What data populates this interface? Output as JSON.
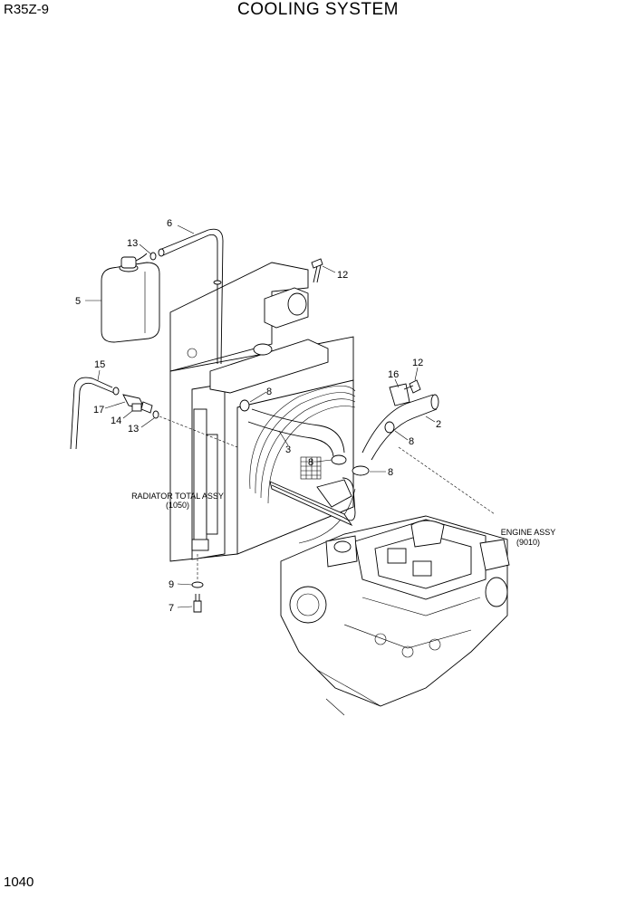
{
  "header": {
    "model": "R35Z-9",
    "title": "COOLING SYSTEM"
  },
  "footer": {
    "page_number": "1040"
  },
  "callouts": [
    {
      "id": "c6",
      "label": "6"
    },
    {
      "id": "c13a",
      "label": "13"
    },
    {
      "id": "c5",
      "label": "5"
    },
    {
      "id": "c12a",
      "label": "12"
    },
    {
      "id": "c15",
      "label": "15"
    },
    {
      "id": "c17",
      "label": "17"
    },
    {
      "id": "c14",
      "label": "14"
    },
    {
      "id": "c13b",
      "label": "13"
    },
    {
      "id": "c8a",
      "label": "8"
    },
    {
      "id": "c3",
      "label": "3"
    },
    {
      "id": "c16",
      "label": "16"
    },
    {
      "id": "c12b",
      "label": "12"
    },
    {
      "id": "c2",
      "label": "2"
    },
    {
      "id": "c8b",
      "label": "8"
    },
    {
      "id": "c8c",
      "label": "8"
    },
    {
      "id": "c8d",
      "label": "8"
    },
    {
      "id": "c9",
      "label": "9"
    },
    {
      "id": "c7",
      "label": "7"
    }
  ],
  "references": {
    "radiator": {
      "line1": "RADIATOR TOTAL ASSY",
      "line2": "(1050)"
    },
    "engine": {
      "line1": "ENGINE ASSY",
      "line2": "(9010)"
    }
  }
}
